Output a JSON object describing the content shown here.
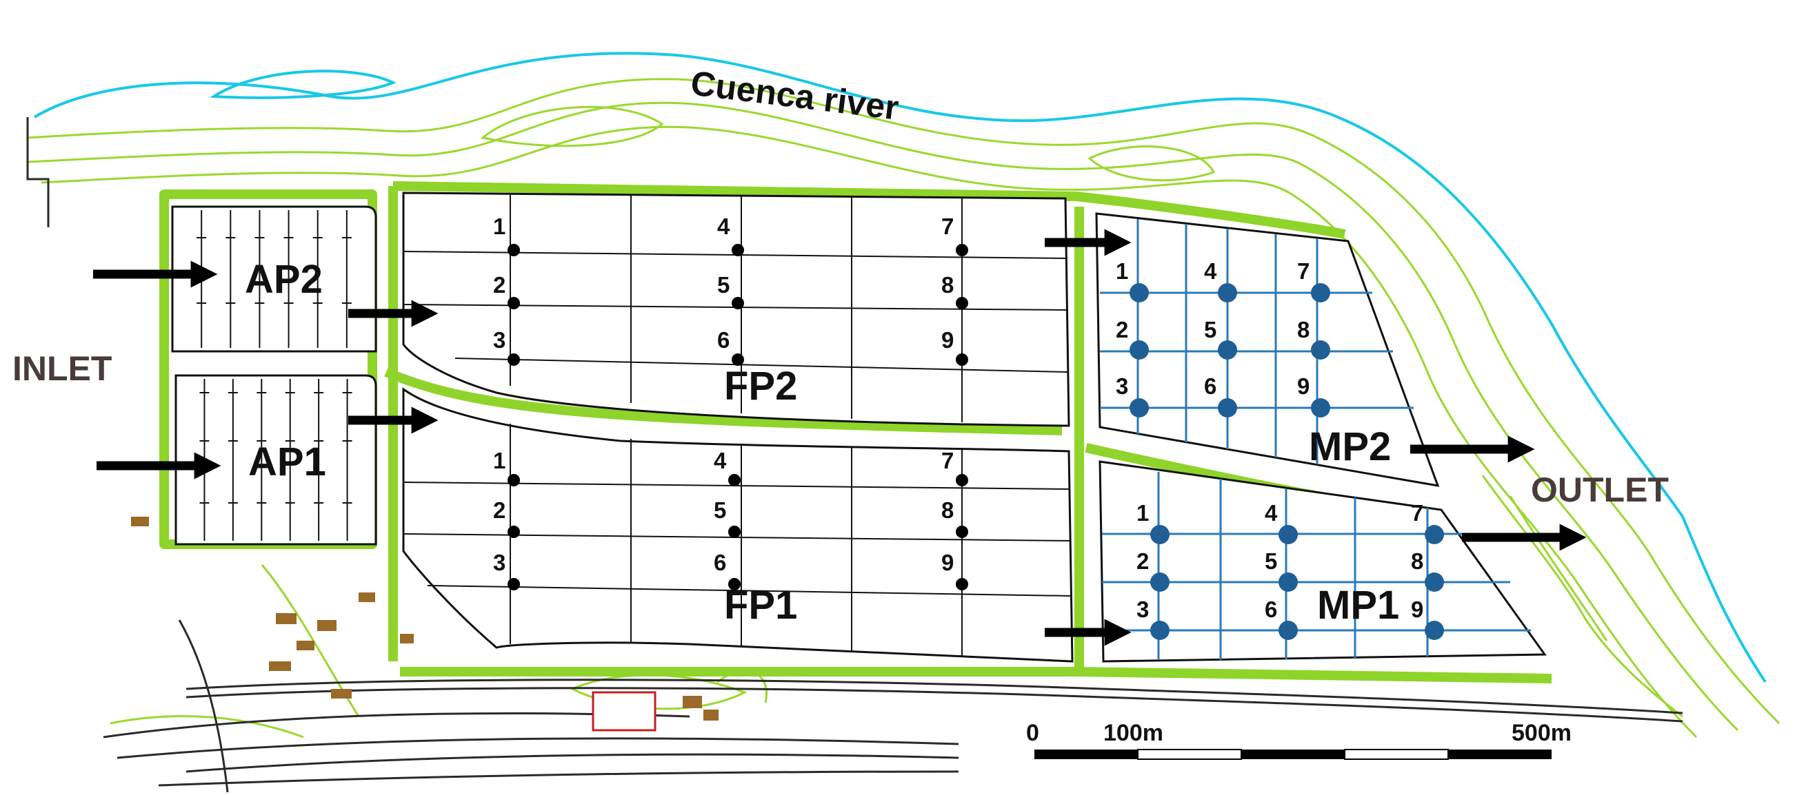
{
  "title": "",
  "labels": {
    "river": "Cuenca river",
    "inlet": "INLET",
    "outlet": "OUTLET"
  },
  "ponds": [
    {
      "id": "AP2",
      "label": "AP2"
    },
    {
      "id": "AP1",
      "label": "AP1"
    },
    {
      "id": "FP2",
      "label": "FP2"
    },
    {
      "id": "FP1",
      "label": "FP1"
    },
    {
      "id": "MP2",
      "label": "MP2"
    },
    {
      "id": "MP1",
      "label": "MP1"
    }
  ],
  "sampling_points": {
    "FP2": [
      "1",
      "2",
      "3",
      "4",
      "5",
      "6",
      "7",
      "8",
      "9"
    ],
    "FP1": [
      "1",
      "2",
      "3",
      "4",
      "5",
      "6",
      "7",
      "8",
      "9"
    ],
    "MP2": [
      "1",
      "2",
      "3",
      "4",
      "5",
      "6",
      "7",
      "8",
      "9"
    ],
    "MP1": [
      "1",
      "2",
      "3",
      "4",
      "5",
      "6",
      "7",
      "8",
      "9"
    ]
  },
  "scale_bar": {
    "ticks": [
      {
        "label": "0",
        "value_m": 0
      },
      {
        "label": "100m",
        "value_m": 100
      },
      {
        "label": "500m",
        "value_m": 500
      }
    ]
  },
  "colors": {
    "river": "#19c8e6",
    "contour": "#9bd82e",
    "contour_dark": "#5fa010",
    "maturation_grid": "#2a7ab8",
    "sample_point_blue": "#1f5f95",
    "sample_point_black": "#000000"
  }
}
